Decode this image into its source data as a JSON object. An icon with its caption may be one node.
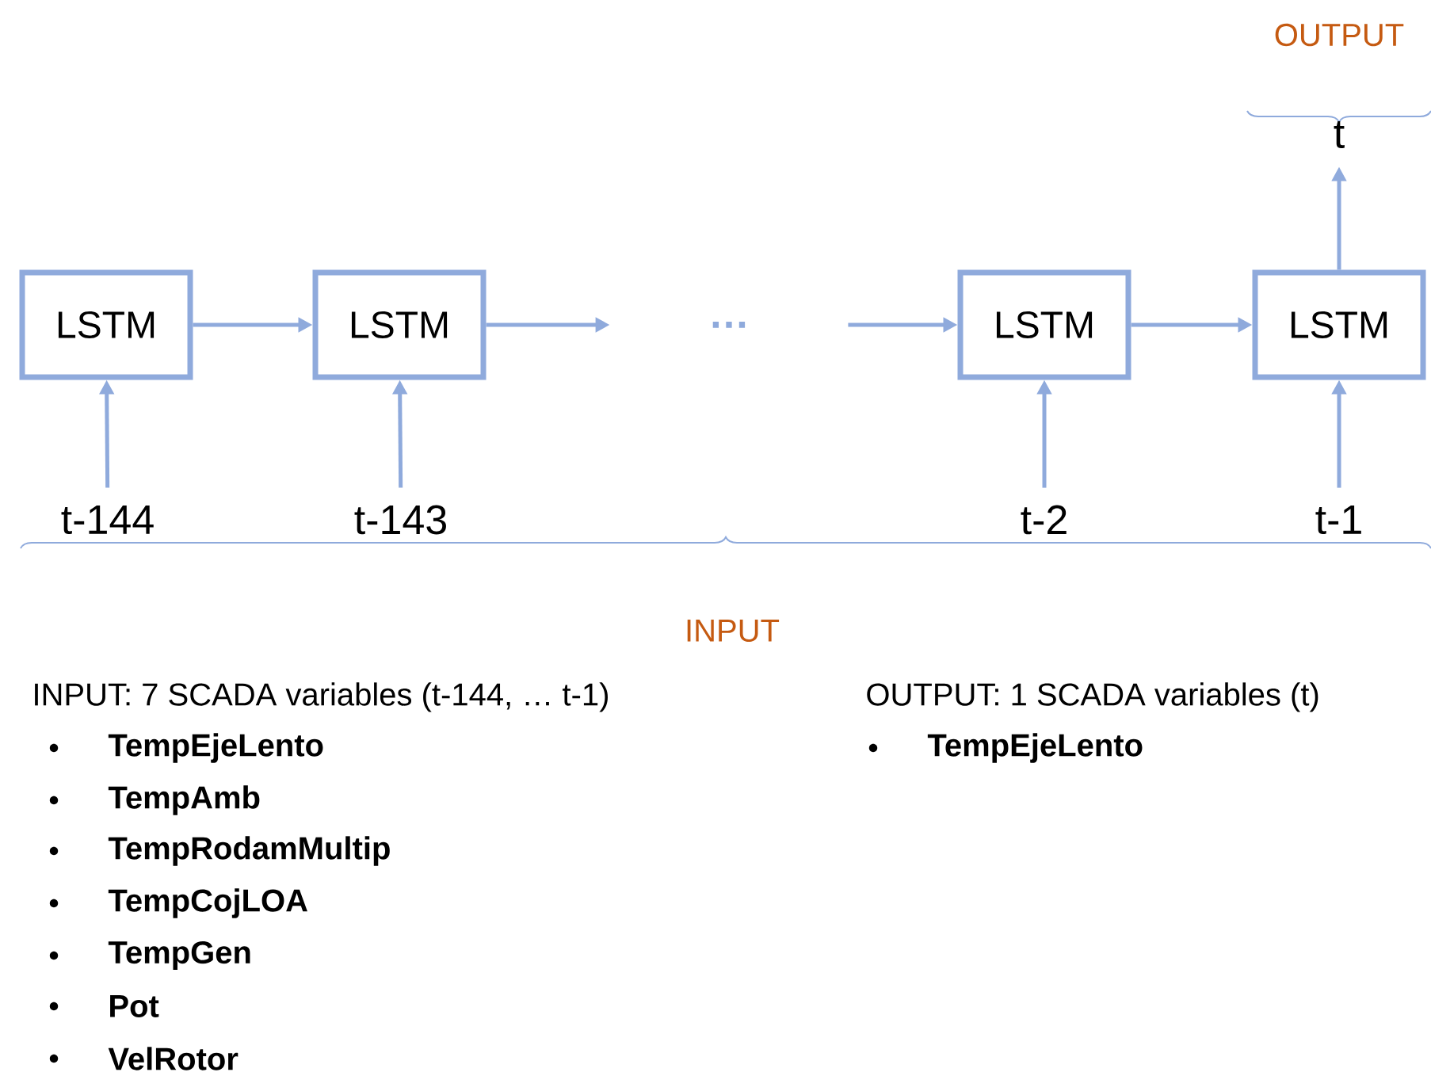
{
  "diagram": {
    "nodes": [
      {
        "text": [
          "LSTM"
        ]
      },
      {
        "text": [
          "LSTM"
        ]
      },
      {
        "text": [
          "…"
        ]
      },
      {
        "text": [
          "LSTM"
        ]
      },
      {
        "text": [
          "LSTM"
        ]
      },
      {
        "text": [
          "t"
        ]
      },
      {
        "text": [
          "t-144"
        ]
      },
      {
        "text": [
          "t-143"
        ]
      },
      {
        "text": [
          "t-2"
        ]
      },
      {
        "text": [
          "t-1"
        ]
      }
    ],
    "edges": [
      {
        "from": 0,
        "to": 1,
        "arrow": "to"
      },
      {
        "from": 1,
        "to": 2,
        "arrow": "to"
      },
      {
        "from": 2,
        "to": 3,
        "arrow": "to"
      },
      {
        "from": 3,
        "to": 4,
        "arrow": "to"
      },
      {
        "from": 4,
        "to": 5,
        "arrow": "to"
      },
      {
        "from": 6,
        "to": 0,
        "arrow": "to"
      },
      {
        "from": 7,
        "to": 1,
        "arrow": "to"
      },
      {
        "from": 8,
        "to": 3,
        "arrow": "to"
      },
      {
        "from": 9,
        "to": 4,
        "arrow": "to"
      }
    ],
    "labels": [
      "OUTPUT",
      "INPUT",
      "INPUT: 7 SCADA variables (t-144, … t-1)",
      "OUTPUT: 1 SCADA variables (t)",
      "TempEjeLento",
      "TempAmb",
      "TempRodamMultip",
      "TempCojLOA",
      "TempGen",
      "Pot",
      "VelRotor",
      "TempEjeLento"
    ]
  }
}
